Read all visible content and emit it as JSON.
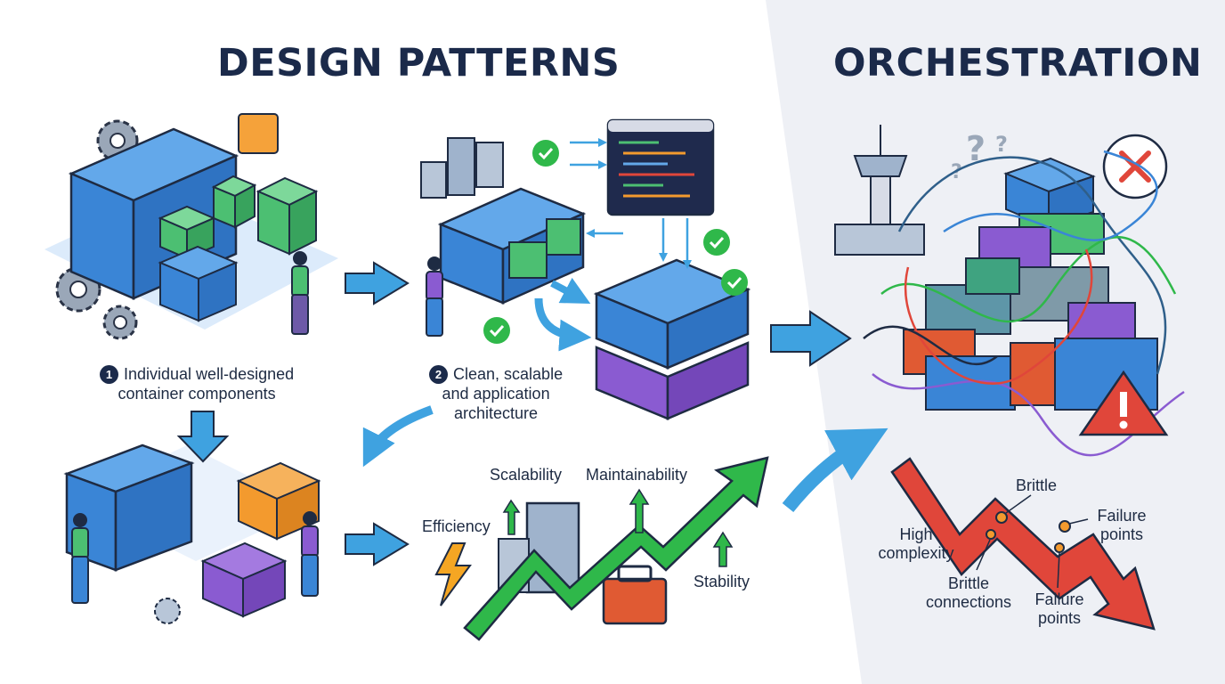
{
  "titles": {
    "left": "DESIGN PATTERNS",
    "right": "ORCHESTRATION"
  },
  "steps": [
    {
      "number": "1",
      "caption_line1": "Individual well-designed",
      "caption_line2": "container components"
    },
    {
      "number": "2",
      "caption_line1": "Clean, scalable",
      "caption_line2": "and application",
      "caption_line3": "architecture"
    }
  ],
  "benefits": {
    "scalability": "Scalability",
    "maintainability": "Maintainability",
    "efficiency": "Efficiency",
    "stability": "Stability"
  },
  "problems": {
    "brittle": "Brittle",
    "high_complexity": "High complexity",
    "failure_points_right": "Failure points",
    "brittle_connections": "Brittle connections",
    "failure_points_lower": "Failure points"
  },
  "colors": {
    "title": "#1b2a4a",
    "container_blue": "#3a85d6",
    "container_green": "#4cbf72",
    "container_purple": "#8a5bd1",
    "container_orange": "#f39a2e",
    "arrow_blue": "#3fa2e0",
    "growth_green": "#2fb84a",
    "decline_red": "#e0463a",
    "right_panel_bg": "#eef0f5"
  }
}
